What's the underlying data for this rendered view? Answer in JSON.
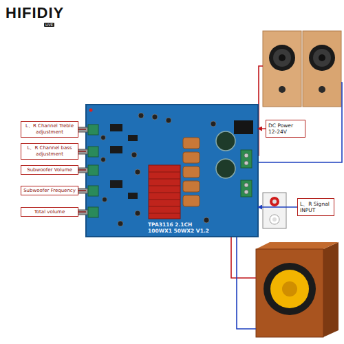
{
  "diagram": {
    "nodes": [
      {
        "text": [
          "L、R Channel Treble adjustment"
        ]
      },
      {
        "text": [
          "L、R Channel bass adjustment"
        ]
      },
      {
        "text": [
          "Subwoofer Volume"
        ]
      },
      {
        "text": [
          "Subwoofer Frequency"
        ]
      },
      {
        "text": [
          "Total volume"
        ]
      },
      {
        "text": [
          "DC Power 12-24V"
        ]
      },
      {
        "text": [
          "L、R Signal INPUT"
        ]
      },
      {
        "text": [
          "TPA3116 2.1CH",
          "100WX1 50WX2 V1.2"
        ]
      }
    ],
    "edges": [
      {
        "from": 0,
        "to": 7,
        "arrow": "none"
      },
      {
        "from": 1,
        "to": 7,
        "arrow": "none"
      },
      {
        "from": 2,
        "to": 7,
        "arrow": "none"
      },
      {
        "from": 3,
        "to": 7,
        "arrow": "none"
      },
      {
        "from": 4,
        "to": 7,
        "arrow": "none"
      },
      {
        "from": 5,
        "to": 7,
        "arrow": "to"
      },
      {
        "from": 6,
        "to": 7,
        "arrow": "to"
      }
    ],
    "labels": [
      "HIFIDIY",
      "LIVE"
    ]
  }
}
